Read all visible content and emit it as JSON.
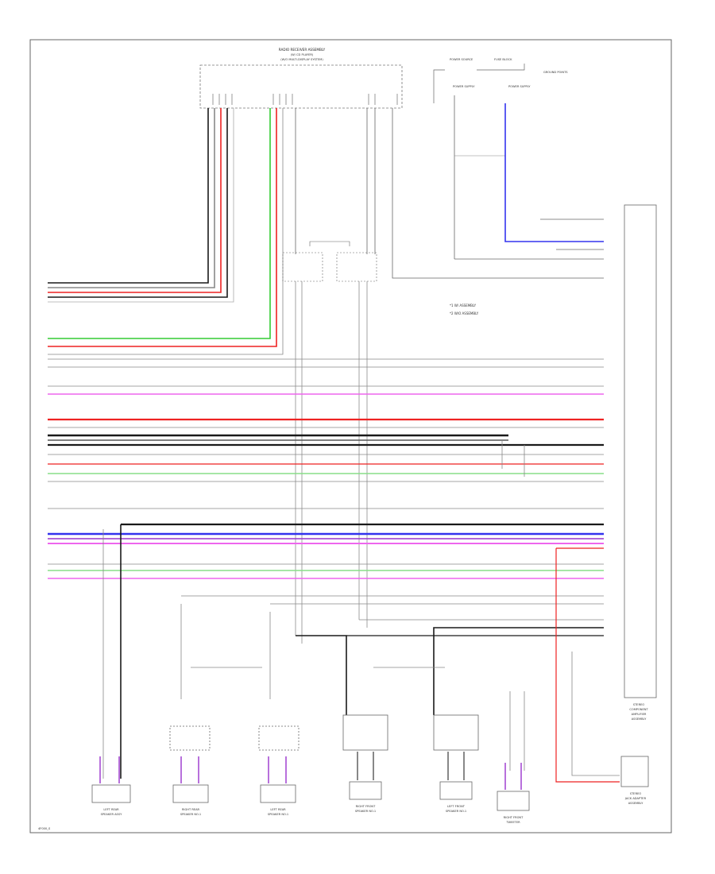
{
  "diagram": {
    "page_id": "4F000_S",
    "top_box": {
      "lines": [
        "RADIO RECEIVER ASSEMBLY",
        "(W/ CD PLAYER)",
        "(W/O MULTI-DISPLAY SYSTEM)"
      ]
    },
    "top_right_labels": {
      "fuse_a": "POWER SOURCE",
      "fuse_b": "FUSE BLOCK",
      "ground": "GROUND POINTS",
      "relay_a": "POWER SUPPLY",
      "relay_b": "POWER SUPPLY"
    },
    "legend": {
      "line1": "*1 W/ ASSEMBLY",
      "line2": "*2 W/O ASSEMBLY"
    },
    "right_box": {
      "lines": [
        "STEREO",
        "COMPONENT",
        "AMPLIFIER",
        "ASSEMBLY"
      ]
    },
    "right_small_box": {
      "lines": [
        "STEREO",
        "JACK ADAPTER",
        "ASSEMBLY"
      ]
    },
    "bottom_components": [
      {
        "name": "LEFT REAR",
        "sub": "SPEAKER ASSY",
        "id": "left-rear-speaker"
      },
      {
        "name": "RIGHT REAR",
        "sub": "SPEAKER NO.1",
        "id": "right-rear-speaker"
      },
      {
        "name": "LEFT REAR",
        "sub": "SPEAKER NO.1",
        "id": "left-rear-speaker-no1"
      },
      {
        "name": "RIGHT FRONT",
        "sub": "SPEAKER NO.1",
        "id": "right-front-speaker"
      },
      {
        "name": "LEFT FRONT",
        "sub": "SPEAKER NO.1",
        "id": "left-front-speaker"
      },
      {
        "name": "RIGHT FRONT",
        "sub": "TWEETER",
        "id": "right-front-tweeter"
      }
    ],
    "wire_colors": {
      "black": "#1a1a1a",
      "red": "#ee2222",
      "green": "#33cc33",
      "pink": "#ee66ee",
      "blue": "#3333ee",
      "purple": "#9933cc",
      "gray": "#888888",
      "light_green": "#88dd88"
    }
  }
}
